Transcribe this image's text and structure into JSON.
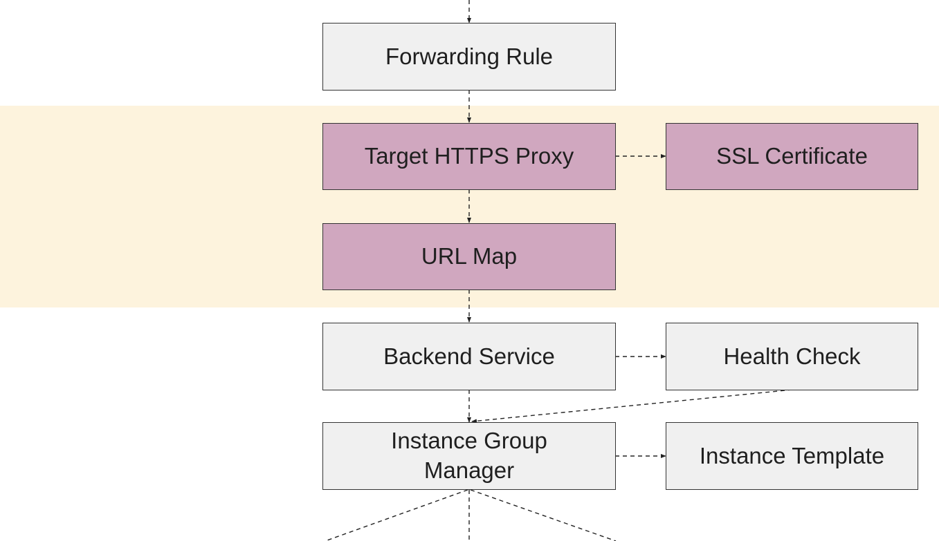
{
  "colors": {
    "highlight_band": "#fdf3dd",
    "node_default_fill": "#f0f0f0",
    "node_highlight_fill": "#d0a7bf",
    "line": "#222222"
  },
  "nodes": {
    "forwarding_rule": {
      "label": "Forwarding Rule",
      "style": "default"
    },
    "target_https_proxy": {
      "label": "Target HTTPS Proxy",
      "style": "highlight"
    },
    "ssl_certificate": {
      "label": "SSL Certificate",
      "style": "highlight"
    },
    "url_map": {
      "label": "URL Map",
      "style": "highlight"
    },
    "backend_service": {
      "label": "Backend Service",
      "style": "default"
    },
    "health_check": {
      "label": "Health Check",
      "style": "default"
    },
    "instance_group_manager": {
      "label": "Instance Group Manager",
      "style": "default"
    },
    "instance_template": {
      "label": "Instance Template",
      "style": "default"
    }
  },
  "edges": [
    {
      "from": "forwarding_rule",
      "to": "target_https_proxy",
      "style": "dashed"
    },
    {
      "from": "target_https_proxy",
      "to": "ssl_certificate",
      "style": "dashed"
    },
    {
      "from": "target_https_proxy",
      "to": "url_map",
      "style": "dashed"
    },
    {
      "from": "url_map",
      "to": "backend_service",
      "style": "dashed"
    },
    {
      "from": "backend_service",
      "to": "health_check",
      "style": "dashed"
    },
    {
      "from": "backend_service",
      "to": "instance_group_manager",
      "style": "dashed"
    },
    {
      "from": "health_check",
      "to": "instance_group_manager",
      "style": "dashed"
    },
    {
      "from": "instance_group_manager",
      "to": "instance_template",
      "style": "dashed"
    }
  ]
}
